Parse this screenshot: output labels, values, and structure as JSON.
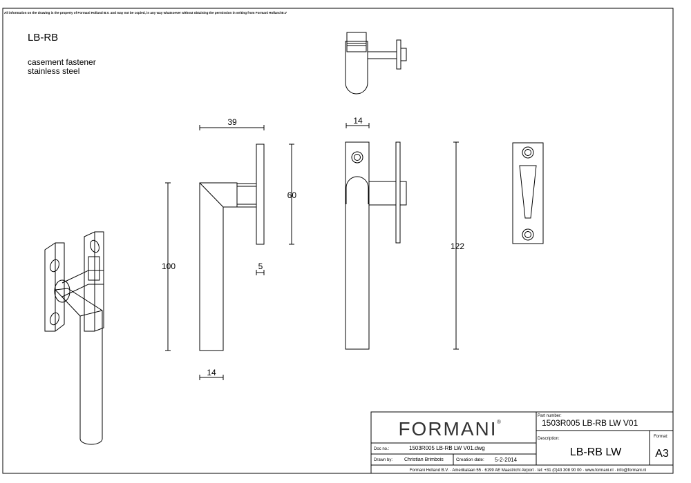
{
  "notice": "All information on the drawing is the property of Formani Holland B.V. and may not be copied, in any way whatsoever without obtaining the permission in writing from Formani Holland B.V",
  "product": {
    "code": "LB-RB",
    "description_line1": "casement fastener",
    "description_line2": "stainless steel"
  },
  "dimensions": {
    "width_top": "39",
    "plate_height": "60",
    "total_height": "100",
    "depth": "5",
    "width_bottom": "14",
    "front_width": "14",
    "front_height": "122"
  },
  "title_block": {
    "brand": "FORMANI",
    "brand_mark": "®",
    "part_number_label": "Part number:",
    "part_number": "1503R005 LB-RB LW V01",
    "description_label": "Description:",
    "description": "LB-RB LW",
    "format_label": "Format:",
    "format": "A3",
    "doc_no_label": "Doc no.:",
    "doc_no": "1503R005 LB-RB LW V01.dwg",
    "drawn_by_label": "Drawn by:",
    "drawn_by": "Christian Brimbois",
    "creation_date_label": "Creation date:",
    "creation_date": "5-2-2014",
    "footer": "Formani Holland B.V. · Amerikalaan 55 · 6199 AE Maastricht Airport · tel: +31 (0)43 308 90 00 · www.formani.nl · info@formani.nl"
  }
}
